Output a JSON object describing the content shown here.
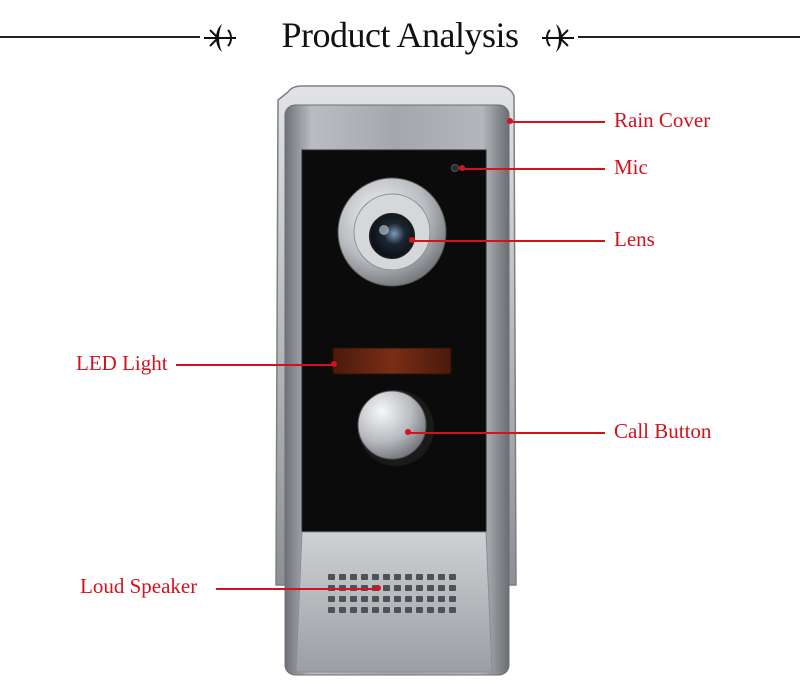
{
  "header": {
    "title": "Product Analysis"
  },
  "callouts": {
    "rain_cover": "Rain Cover",
    "mic": "Mic",
    "lens": "Lens",
    "led_light": "LED Light",
    "call_button": "Call Button",
    "loud_speaker": "Loud Speaker"
  },
  "colors": {
    "callout": "#d3121e",
    "panel": "#0b0b0b",
    "frame": "#9a9da2"
  }
}
